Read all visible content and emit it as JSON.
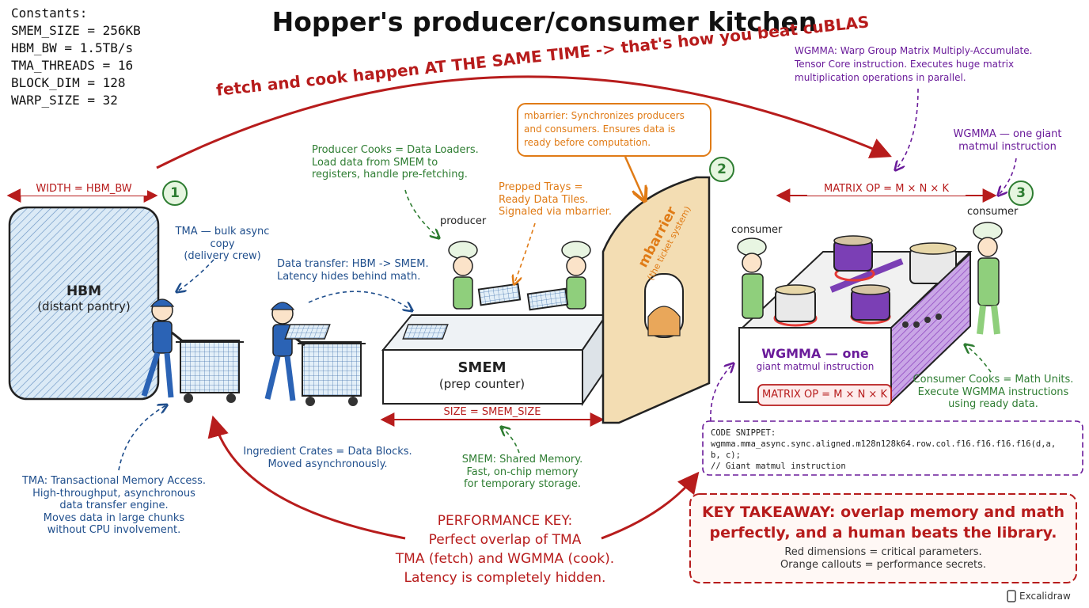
{
  "title": "Hopper's producer/consumer kitchen",
  "constants": [
    "Constants:",
    "SMEM_SIZE = 256KB",
    "HBM_BW = 1.5TB/s",
    "TMA_THREADS = 16",
    "BLOCK_DIM = 128",
    "WARP_SIZE = 32"
  ],
  "top_arc_label": "fetch and cook happen AT THE SAME TIME -> that's how you beat cuBLAS",
  "dimensions": {
    "width_hbm": "WIDTH = HBM_BW",
    "matrix_top": "MATRIX OP = M × N × K",
    "matrix_box": "MATRIX OP = M × N × K",
    "smem_size": "SIZE = SMEM_SIZE"
  },
  "steps": [
    "1",
    "2",
    "3"
  ],
  "hbm": {
    "title": "HBM",
    "subtitle": "(distant pantry)"
  },
  "smem": {
    "title": "SMEM",
    "subtitle": "(prep counter)"
  },
  "mbarrier_wall": {
    "title": "mbarrier",
    "subtitle": "(the ticket system)"
  },
  "wgmma_station": {
    "title": "WGMMA — one",
    "subtitle": "giant matmul instruction"
  },
  "roles": {
    "producer": "producer",
    "consumer_left": "consumer",
    "consumer_right": "consumer"
  },
  "notes": {
    "tma_bulk": [
      "TMA — bulk async copy",
      "(delivery crew)"
    ],
    "data_transfer": [
      "Data transfer: HBM -> SMEM.",
      "Latency hides behind math."
    ],
    "producer_cooks": [
      "Producer Cooks = Data Loaders.",
      "Load data from SMEM to",
      "registers, handle pre-fetching."
    ],
    "mbarrier_callout": [
      "mbarrier: Synchronizes producers",
      "and consumers. Ensures data is",
      "ready before computation."
    ],
    "prepped_trays": [
      "Prepped Trays =",
      "Ready Data Tiles.",
      "Signaled via mbarrier."
    ],
    "wgmma_def": [
      "WGMMA: Warp Group Matrix Multiply-Accumulate.",
      "Tensor Core instruction. Executes huge matrix",
      "multiplication operations in parallel."
    ],
    "wgmma_giant": [
      "WGMMA — one giant",
      "matmul instruction"
    ],
    "consumer_cooks": [
      "Consumer Cooks = Math Units.",
      "Execute WGMMA instructions",
      "using ready data."
    ],
    "ingredient_crates": [
      "Ingredient Crates = Data Blocks.",
      "Moved asynchronously."
    ],
    "smem_def": [
      "SMEM: Shared Memory.",
      "Fast, on-chip memory",
      "for temporary storage."
    ],
    "tma_def": [
      "TMA: Transactional Memory Access.",
      "High-throughput, asynchronous",
      "data transfer engine.",
      "Moves data in large chunks",
      "without CPU involvement."
    ],
    "perf_key": [
      "PERFORMANCE KEY:",
      "Perfect overlap of TMA",
      "TMA (fetch) and WGMMA (cook).",
      "Latency is completely hidden."
    ]
  },
  "code_snippet": {
    "label": "CODE SNIPPET:",
    "lines": [
      "wgmma.mma_async.sync.aligned.m128n128k64.row.col.f16.f16.f16.f16(d,a,",
      "b, c);",
      "// Giant matmul instruction"
    ]
  },
  "key_takeaway": {
    "headline": [
      "KEY TAKEAWAY: overlap memory and math",
      "perfectly, and a human beats the library."
    ],
    "legend": [
      "Red dimensions = critical parameters.",
      "Orange callouts = performance secrets."
    ]
  },
  "watermark": "Excalidraw",
  "colors": {
    "red": "#b71c1c",
    "blue": "#1f4e8c",
    "green": "#2e7d32",
    "orange": "#e07b16",
    "purple": "#6a1b9a",
    "hbm_fill": "#d6e8f5",
    "wall": "#f3ddb3"
  }
}
